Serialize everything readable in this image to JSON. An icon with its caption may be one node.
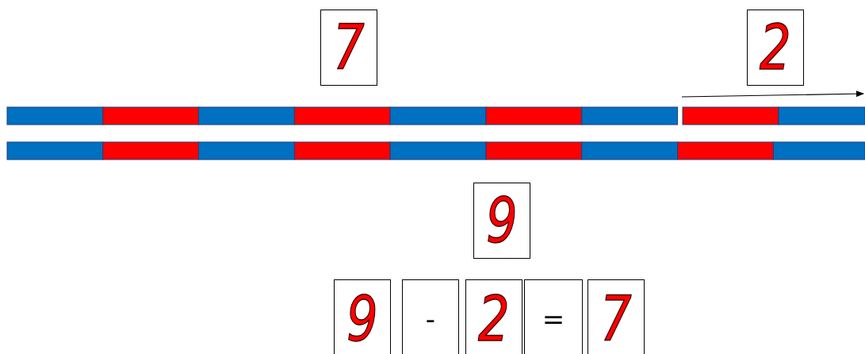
{
  "diagram": {
    "labels": [
      "7",
      "2",
      "9",
      "9",
      "-",
      "2",
      "=",
      "7"
    ]
  }
}
